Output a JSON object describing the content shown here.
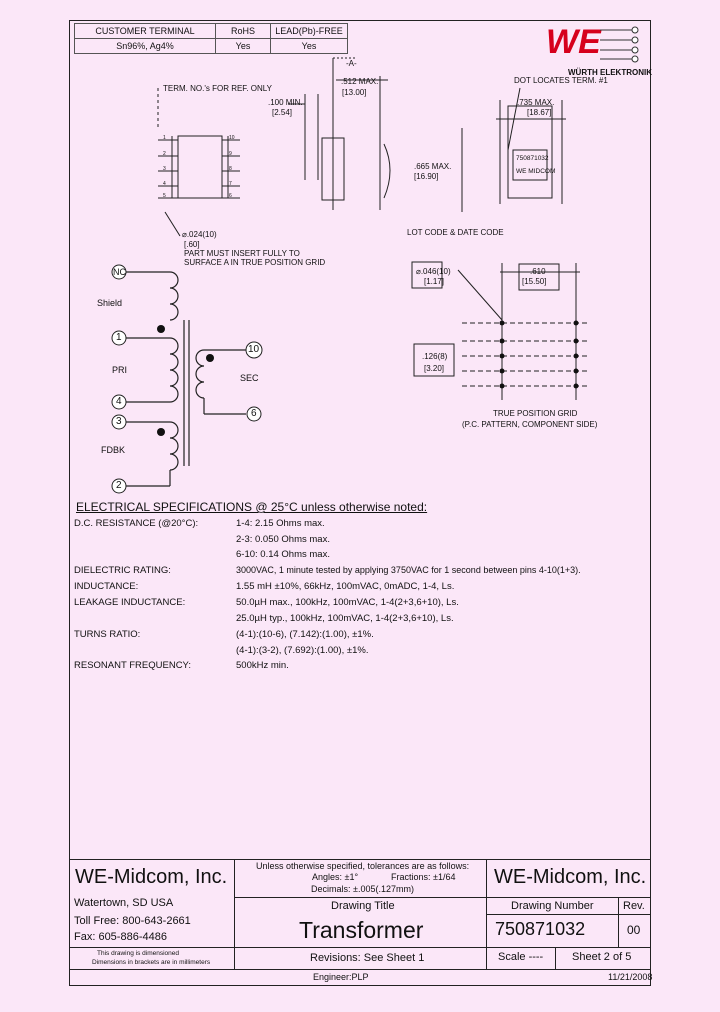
{
  "header_table": {
    "col1": "CUSTOMER TERMINAL",
    "col2": "RoHS",
    "col3": "LEAD(Pb)-FREE",
    "val1": "Sn96%, Ag4%",
    "val2": "Yes",
    "val3": "Yes"
  },
  "logo": {
    "text": "WE",
    "brand": "WÜRTH ELEKTRONIK",
    "color": "#d6001c"
  },
  "mech": {
    "term_note": "TERM. NO.'s FOR REF. ONLY",
    "dim_100": ".100 MIN.",
    "dim_100_mm": "[2.54]",
    "datum_a": "-A-",
    "dim_512": ".512 MAX.",
    "dim_512_mm": "[13.00]",
    "dot_note": "DOT LOCATES TERM. #1",
    "dim_735": ".735 MAX.",
    "dim_735_mm": "[18.67]",
    "dim_665": ".665 MAX.",
    "dim_665_mm": "[16.90]",
    "part_label1": "750871032",
    "part_label2": "WE MIDCOM",
    "lot_code": "LOT CODE & DATE CODE",
    "pin_dia": "⌀.024(10)",
    "pin_dia_mm": "[.60]",
    "insert_note1": "PART MUST INSERT FULLY TO",
    "insert_note2": "SURFACE A IN TRUE POSITION GRID",
    "left_pins": [
      "1",
      "2",
      "3",
      "4",
      "5"
    ],
    "right_pins": [
      "10",
      "9",
      "8",
      "7",
      "6"
    ]
  },
  "grid": {
    "hole_dia": "⌀.046(10)",
    "hole_dia_mm": "[1.17]",
    "dim_610": ".610",
    "dim_610_mm": "[15.50]",
    "dim_126": ".126(8)",
    "dim_126_mm": "[3.20]",
    "title1": "TRUE POSITION GRID",
    "title2": "(P.C. PATTERN, COMPONENT SIDE)"
  },
  "schematic": {
    "nc": "NC",
    "shield": "Shield",
    "pin1": "1",
    "pri": "PRI",
    "pin4": "4",
    "pin3": "3",
    "fdbk": "FDBK",
    "pin2": "2",
    "pin10": "10",
    "sec": "SEC",
    "pin6": "6"
  },
  "specs": {
    "title": "ELECTRICAL SPECIFICATIONS @ 25°C unless otherwise noted:",
    "rows": [
      {
        "label": "D.C. RESISTANCE (@20°C):",
        "value": "1-4: 2.15 Ohms max."
      },
      {
        "label": "",
        "value": "2-3: 0.050 Ohms max."
      },
      {
        "label": "",
        "value": "6-10: 0.14 Ohms max."
      },
      {
        "label": "DIELECTRIC RATING:",
        "value": "3000VAC, 1 minute tested by applying 3750VAC for 1 second between pins 4-10(1+3)."
      },
      {
        "label": "INDUCTANCE:",
        "value": "1.55 mH ±10%, 66kHz, 100mVAC, 0mADC, 1-4, Ls."
      },
      {
        "label": "LEAKAGE INDUCTANCE:",
        "value": "50.0µH max., 100kHz, 100mVAC, 1-4(2+3,6+10), Ls."
      },
      {
        "label": "",
        "value": "25.0µH typ., 100kHz, 100mVAC, 1-4(2+3,6+10), Ls."
      },
      {
        "label": "TURNS RATIO:",
        "value": "(4-1):(10-6), (7.142):(1.00), ±1%."
      },
      {
        "label": "",
        "value": "(4-1):(3-2), (7.692):(1.00), ±1%."
      },
      {
        "label": "RESONANT FREQUENCY:",
        "value": "500kHz min."
      }
    ]
  },
  "title_block": {
    "company": "WE-Midcom, Inc.",
    "city": "Watertown, SD  USA",
    "phone": "Toll Free:  800-643-2661",
    "fax": "Fax: 605-886-4486",
    "tol_header": "Unless otherwise specified, tolerances are as follows:",
    "angles": "Angles: ±1°",
    "fractions": "Fractions: ±1/64",
    "decimals": "Decimals: ±.005(.127mm)",
    "prop_note1": "This drawing is dimensioned",
    "prop_note2": "Dimensions in brackets are in millimeters",
    "drawing_title_label": "Drawing Title",
    "drawing_title": "Transformer",
    "company2": "WE-Midcom, Inc.",
    "drawing_number_label": "Drawing Number",
    "rev_label": "Rev.",
    "drawing_number": "750871032",
    "rev": "00",
    "revisions": "Revisions:  See Sheet 1",
    "scale": "Scale ----",
    "sheet": "Sheet 2 of 5",
    "engineer": "Engineer:PLP",
    "date": "11/21/2008"
  }
}
